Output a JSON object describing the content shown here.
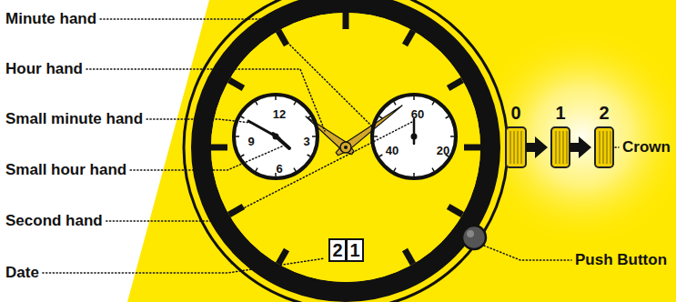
{
  "diagram": {
    "nodes": [
      {
        "text": [
          "12",
          "9",
          "3",
          "6"
        ]
      },
      {
        "text": [
          "60",
          "40",
          "20"
        ]
      },
      {
        "text": [
          "2"
        ]
      },
      {
        "text": [
          "1"
        ]
      }
    ],
    "edges": [],
    "labels": [
      "Minute hand",
      "Hour hand",
      "Small minute hand",
      "Small hour hand",
      "Second hand",
      "Date",
      "0",
      "1",
      "2",
      "Crown",
      "Push Button"
    ]
  }
}
